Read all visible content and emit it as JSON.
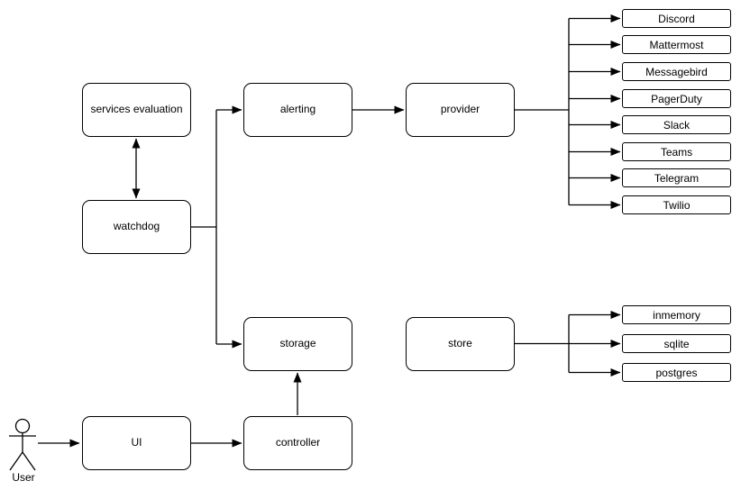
{
  "diagram": {
    "colors": {
      "stroke": "#000000",
      "node_fill": "#ffffff",
      "background": "#ffffff"
    },
    "nodes": {
      "services_evaluation": {
        "label": "services evaluation"
      },
      "watchdog": {
        "label": "watchdog"
      },
      "alerting": {
        "label": "alerting"
      },
      "provider": {
        "label": "provider"
      },
      "storage": {
        "label": "storage"
      },
      "store": {
        "label": "store"
      },
      "ui": {
        "label": "UI"
      },
      "controller": {
        "label": "controller"
      }
    },
    "provider_leaves": [
      "Discord",
      "Mattermost",
      "Messagebird",
      "PagerDuty",
      "Slack",
      "Teams",
      "Telegram",
      "Twilio"
    ],
    "store_leaves": [
      "inmemory",
      "sqlite",
      "postgres"
    ],
    "actor": {
      "label": "User"
    },
    "edges": [
      {
        "from": "services_evaluation",
        "to": "watchdog",
        "type": "bidirectional"
      },
      {
        "from": "watchdog",
        "to": "alerting",
        "type": "arrow"
      },
      {
        "from": "watchdog",
        "to": "storage",
        "type": "arrow"
      },
      {
        "from": "alerting",
        "to": "provider",
        "type": "arrow"
      },
      {
        "from": "provider",
        "to": "Discord",
        "type": "arrow"
      },
      {
        "from": "provider",
        "to": "Mattermost",
        "type": "arrow"
      },
      {
        "from": "provider",
        "to": "Messagebird",
        "type": "arrow"
      },
      {
        "from": "provider",
        "to": "PagerDuty",
        "type": "arrow"
      },
      {
        "from": "provider",
        "to": "Slack",
        "type": "arrow"
      },
      {
        "from": "provider",
        "to": "Teams",
        "type": "arrow"
      },
      {
        "from": "provider",
        "to": "Telegram",
        "type": "arrow"
      },
      {
        "from": "provider",
        "to": "Twilio",
        "type": "arrow"
      },
      {
        "from": "storage",
        "to": "store",
        "type": "arrow"
      },
      {
        "from": "store",
        "to": "inmemory",
        "type": "arrow"
      },
      {
        "from": "store",
        "to": "sqlite",
        "type": "arrow"
      },
      {
        "from": "store",
        "to": "postgres",
        "type": "arrow"
      },
      {
        "from": "User",
        "to": "ui",
        "type": "arrow"
      },
      {
        "from": "ui",
        "to": "controller",
        "type": "arrow"
      },
      {
        "from": "controller",
        "to": "storage",
        "type": "arrow"
      }
    ]
  }
}
